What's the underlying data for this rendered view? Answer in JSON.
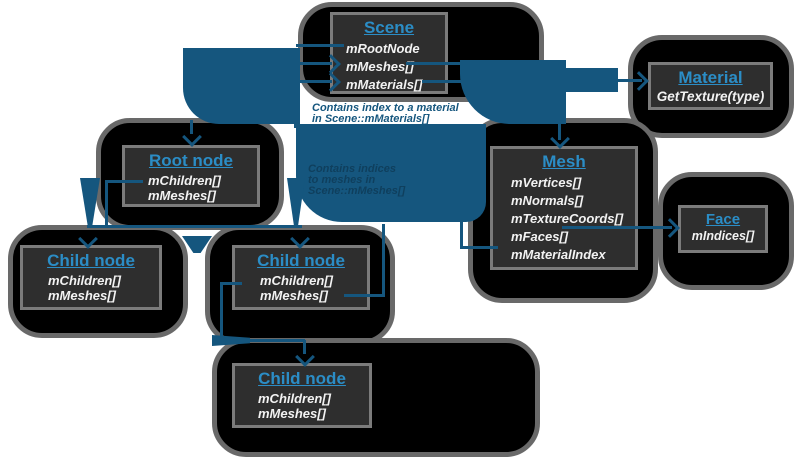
{
  "diagram": "Assimp scene data structure",
  "colors": {
    "background": "#FFFFFF",
    "arrow_blue": "#15567E",
    "title_blue": "#2B8DC6",
    "box_background": "#2E2E2E",
    "box_border": "#7B7B7B",
    "blob_background": "#000000",
    "blob_border": "#696969",
    "field_text": "#F2F2F2"
  },
  "nodes": {
    "scene": {
      "title": "Scene",
      "fields": [
        "mRootNode",
        "mMeshes[]",
        "mMaterials[]"
      ]
    },
    "material": {
      "title": "Material",
      "fields": [
        "GetTexture(type)"
      ]
    },
    "mesh": {
      "title": "Mesh",
      "fields": [
        "mVertices[]",
        "mNormals[]",
        "mTextureCoords[]",
        "mFaces[]",
        "mMaterialIndex"
      ]
    },
    "face": {
      "title": "Face",
      "fields": [
        "mIndices[]"
      ]
    },
    "root": {
      "title": "Root node",
      "fields": [
        "mChildren[]",
        "mMeshes[]"
      ]
    },
    "child_left": {
      "title": "Child node",
      "fields": [
        "mChildren[]",
        "mMeshes[]"
      ]
    },
    "child_mid": {
      "title": "Child node",
      "fields": [
        "mChildren[]",
        "mMeshes[]"
      ]
    },
    "child_bottom": {
      "title": "Child node",
      "fields": [
        "mChildren[]",
        "mMeshes[]"
      ]
    }
  },
  "notes": {
    "material_ref": [
      "Contains index to a material",
      "in Scene::mMaterials[]"
    ],
    "mesh_ref": [
      "Contains indices",
      "to meshes in",
      "Scene::mMeshes[]"
    ]
  }
}
